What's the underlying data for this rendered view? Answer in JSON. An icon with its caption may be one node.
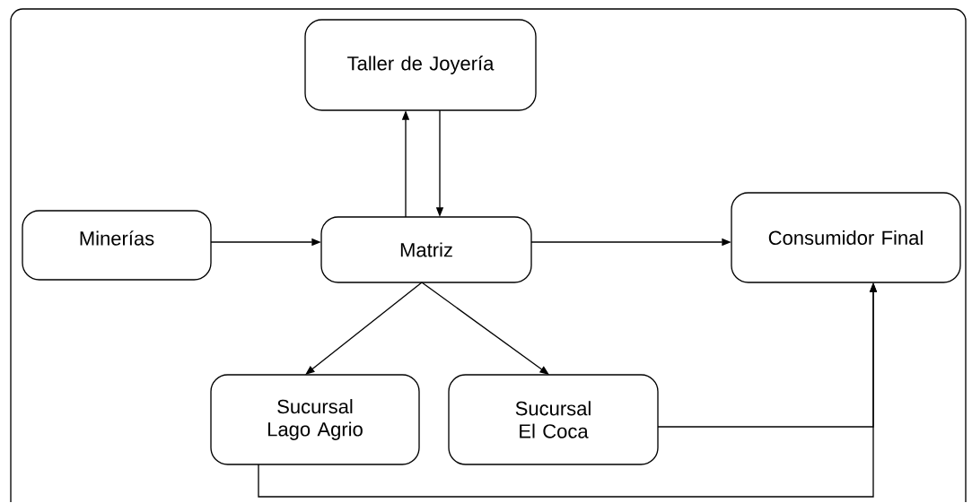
{
  "diagram": {
    "nodes": [
      {
        "text": [
          "Taller de Joyería"
        ]
      },
      {
        "text": [
          "Minerías"
        ]
      },
      {
        "text": [
          "Matriz"
        ]
      },
      {
        "text": [
          "Consumidor Final"
        ]
      },
      {
        "text": [
          "Sucursal Lago Agrio"
        ]
      },
      {
        "text": [
          "Sucursal El Coca"
        ]
      }
    ],
    "edges": [
      {
        "from": 2,
        "to": 0,
        "arrow": "to"
      },
      {
        "from": 0,
        "to": 2,
        "arrow": "to"
      },
      {
        "from": 1,
        "to": 2,
        "arrow": "to"
      },
      {
        "from": 2,
        "to": 3,
        "arrow": "to"
      },
      {
        "from": 2,
        "to": 4,
        "arrow": "to"
      },
      {
        "from": 2,
        "to": 5,
        "arrow": "to"
      },
      {
        "from": 5,
        "to": 3,
        "arrow": "to"
      },
      {
        "from": 4,
        "to": 3,
        "arrow": "to"
      }
    ]
  }
}
